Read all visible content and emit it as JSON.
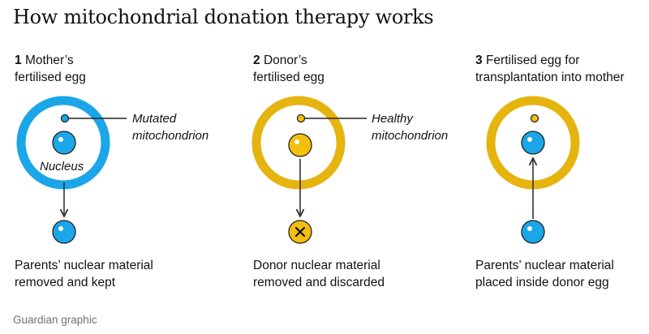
{
  "title": "How mitochondrial donation therapy works",
  "colors": {
    "maternal_ring": "#1aa6e8",
    "donor_ring": "#e5b40e",
    "nucleus_blue": "#1aa6e8",
    "nucleus_yellow": "#f3bf0f",
    "arrow": "#333333",
    "outline": "#222222"
  },
  "steps": [
    {
      "number": "1",
      "line1": "Mother’s",
      "line2": "fertilised egg"
    },
    {
      "number": "2",
      "line1": "Donor’s",
      "line2": "fertilised egg"
    },
    {
      "number": "3",
      "line1": "Fertilised egg for",
      "line2": "transplantation into mother"
    }
  ],
  "annotations": {
    "mutated_line1": "Mutated",
    "mutated_line2": "mitochondrion",
    "healthy_line1": "Healthy",
    "healthy_line2": "mitochondrion",
    "nucleus": "Nucleus"
  },
  "discard_icon": "x-mark",
  "captions": [
    {
      "line1": "Parents’ nuclear material",
      "line2": "removed and kept"
    },
    {
      "line1": "Donor nuclear material",
      "line2": "removed and discarded"
    },
    {
      "line1": "Parents’ nuclear material",
      "line2": "placed inside donor egg"
    }
  ],
  "source": "Guardian graphic"
}
